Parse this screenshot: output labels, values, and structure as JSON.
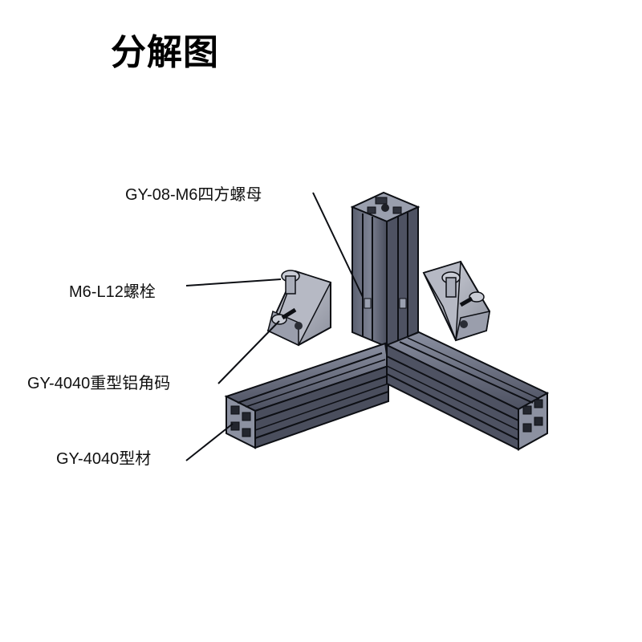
{
  "title": "分解图",
  "labels": {
    "nut": "GY-08-M6四方螺母",
    "bolt": "M6-L12螺栓",
    "bracket": "GY-4040重型铝角码",
    "profile": "GY-4040型材"
  },
  "colors": {
    "profile_face": "#6c7182",
    "profile_dark": "#3f4352",
    "profile_light": "#8d92a3",
    "outline": "#0d0f14",
    "bracket_face": "#c7c9d2",
    "bracket_dark": "#7a7e8c"
  }
}
